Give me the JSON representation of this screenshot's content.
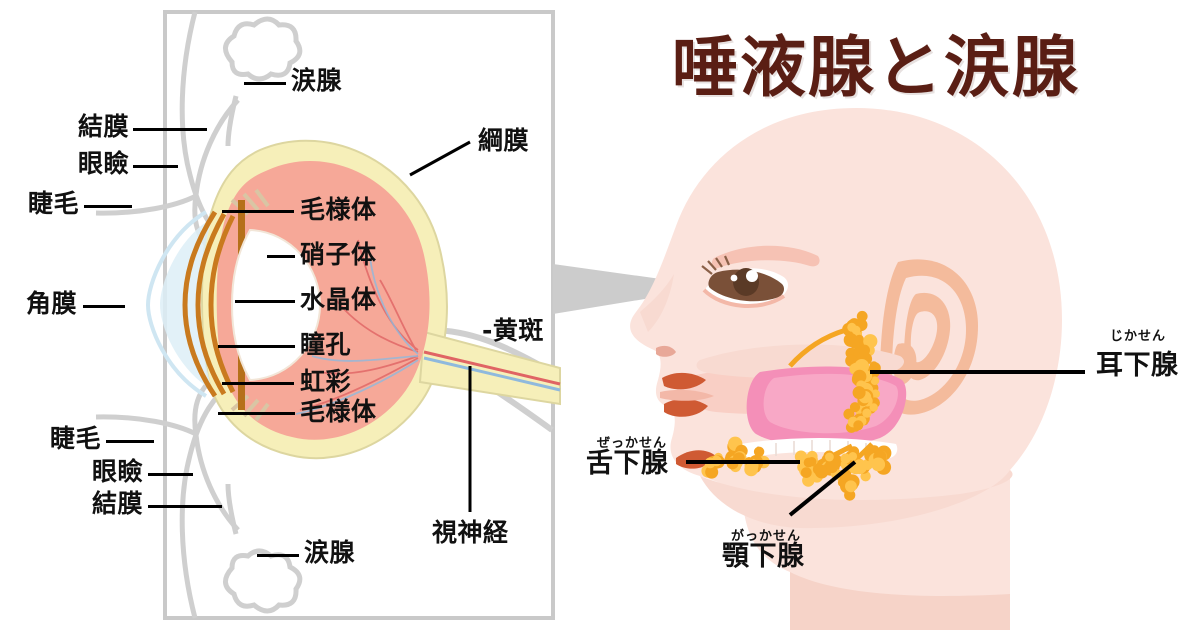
{
  "title": "唾液腺と涙腺",
  "colors": {
    "title": "#5a1e14",
    "panel_border": "#c9c9c9",
    "eye_interior": "#f6a898",
    "sclera": "#f6efb9",
    "iris": "#c97a1e",
    "cornea": "#ddeef7",
    "lens": "#ffffff",
    "outline_gray": "#cfcfcf",
    "skin": "#fbe3dc",
    "skin_shade": "#f6d3c8",
    "ear": "#f4bb9c",
    "tongue": "#f48fb8",
    "lips": "#cf5a33",
    "gland": "#f5a623",
    "gland_light": "#ffc44d",
    "pointer": "#cccccc",
    "vessel_red": "#e06464",
    "vessel_blue": "#8fb9dd"
  },
  "eye_diagram": {
    "labels": [
      {
        "id": "tear-gland-top",
        "text": "涙腺"
      },
      {
        "id": "conjunctiva-top",
        "text": "結膜"
      },
      {
        "id": "eyelid-top",
        "text": "眼瞼"
      },
      {
        "id": "eyelash-top",
        "text": "睫毛"
      },
      {
        "id": "cornea",
        "text": "角膜"
      },
      {
        "id": "eyelash-bottom",
        "text": "睫毛"
      },
      {
        "id": "eyelid-bottom",
        "text": "眼瞼"
      },
      {
        "id": "conjunctiva-bottom",
        "text": "結膜"
      },
      {
        "id": "tear-gland-bottom",
        "text": "涙腺"
      },
      {
        "id": "retina",
        "text": "綱膜"
      },
      {
        "id": "ciliary-body-top",
        "text": "毛様体"
      },
      {
        "id": "vitreous-body",
        "text": "硝子体"
      },
      {
        "id": "lens",
        "text": "水晶体"
      },
      {
        "id": "pupil",
        "text": "瞳孔"
      },
      {
        "id": "iris",
        "text": "虹彩"
      },
      {
        "id": "ciliary-body-bottom",
        "text": "毛様体"
      },
      {
        "id": "macula",
        "text": "-黄斑"
      },
      {
        "id": "optic-nerve",
        "text": "視神経"
      }
    ]
  },
  "head_diagram": {
    "glands": [
      {
        "id": "parotid",
        "name": "耳下腺",
        "furigana": "じかせん"
      },
      {
        "id": "sublingual",
        "name": "舌下腺",
        "furigana": "ぜっかせん"
      },
      {
        "id": "submandibular",
        "name": "顎下腺",
        "furigana": "がっかせん"
      }
    ]
  }
}
